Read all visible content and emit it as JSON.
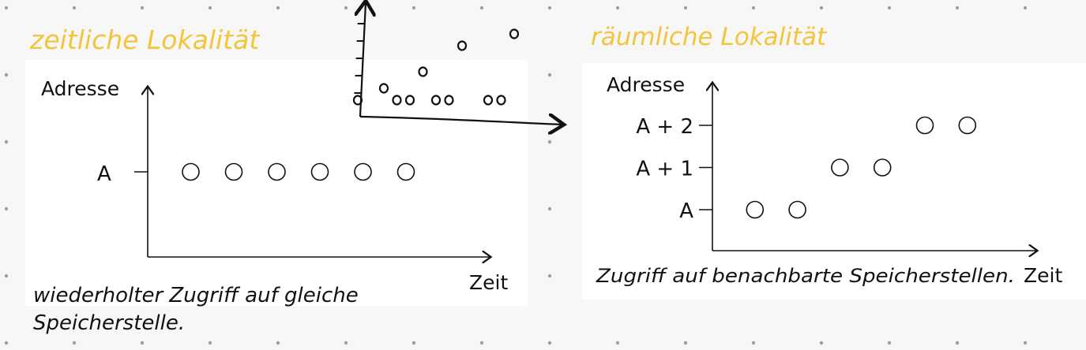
{
  "left": {
    "title": "zeitliche Lokalität",
    "y_label": "Adresse",
    "x_label": "Zeit",
    "tick": "A",
    "caption_line1": "wiederholter Zugriff auf gleiche",
    "caption_line2": "Speicherstelle."
  },
  "right": {
    "title": "räumliche Lokalität",
    "y_label": "Adresse",
    "x_label": "Zeit",
    "ticks": [
      "A",
      "A + 1",
      "A + 2"
    ],
    "caption": "Zugriff auf benachbarte Speicherstellen."
  },
  "colors": {
    "title": "#f2c53d",
    "ink": "#111111",
    "dot": "#9aa0a6"
  },
  "chart_data": [
    {
      "type": "scatter",
      "x": [
        1,
        2,
        3,
        4,
        5,
        6
      ],
      "y": [
        0,
        0,
        0,
        0,
        0,
        0
      ],
      "ytick_labels": [
        "A"
      ],
      "xlabel": "Zeit",
      "ylabel": "Adresse"
    },
    {
      "type": "scatter",
      "x": [
        1,
        2,
        3,
        4,
        5,
        6
      ],
      "y": [
        0,
        0,
        1,
        1,
        2,
        2
      ],
      "ytick_labels": [
        "A",
        "A + 1",
        "A + 2"
      ],
      "xlabel": "Zeit",
      "ylabel": "Adresse"
    },
    {
      "type": "scatter",
      "x": [
        1,
        2,
        2.5,
        3,
        3.5,
        4,
        4.5,
        5,
        6,
        6.5,
        7
      ],
      "y": [
        0,
        0.5,
        0,
        0,
        1.2,
        0,
        0,
        2.3,
        0,
        0,
        2.8
      ]
    }
  ]
}
